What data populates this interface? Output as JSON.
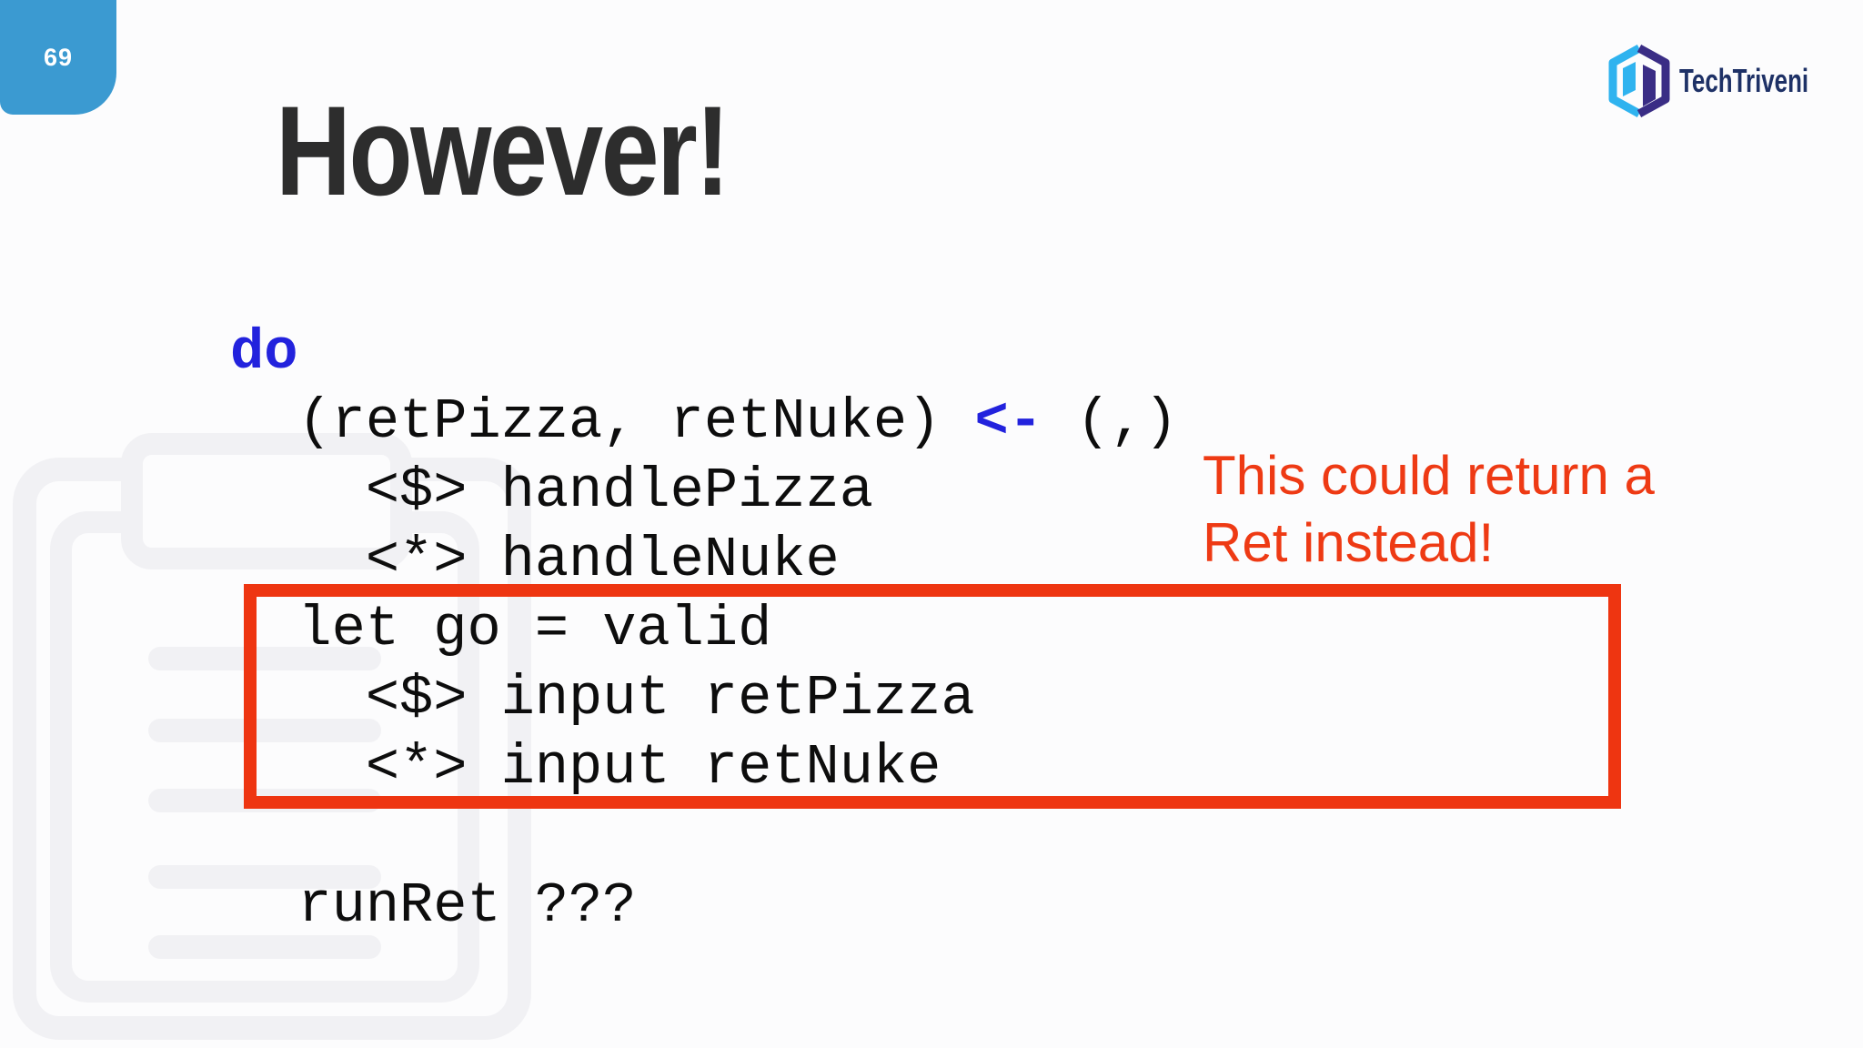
{
  "page_badge": {
    "number": "69"
  },
  "logo": {
    "brand": "TechTriveni"
  },
  "title": "However!",
  "code_block": {
    "language": "haskell",
    "lines": [
      {
        "segments": [
          {
            "text": "do",
            "color": "blue"
          }
        ]
      },
      {
        "segments": [
          {
            "text": "  (retPizza, retNuke) "
          },
          {
            "text": "<-",
            "color": "blue"
          },
          {
            "text": " (,)"
          }
        ]
      },
      {
        "segments": [
          {
            "text": "    <$> handlePizza"
          }
        ]
      },
      {
        "segments": [
          {
            "text": "    <*> handleNuke"
          }
        ]
      },
      {
        "segments": [
          {
            "text": "  let go = valid"
          }
        ],
        "highlighted": true
      },
      {
        "segments": [
          {
            "text": "    <$> input retPizza"
          }
        ],
        "highlighted": true
      },
      {
        "segments": [
          {
            "text": "    <*> input retNuke"
          }
        ],
        "highlighted": true
      },
      {
        "segments": [
          {
            "text": ""
          }
        ]
      },
      {
        "segments": [
          {
            "text": "  runRet ???"
          }
        ]
      }
    ]
  },
  "annotation": {
    "line1": "This could return a",
    "line2": "Ret instead!"
  },
  "icons": {
    "watermark": "document-outline-icon",
    "logo_mark": "hexagon-cube-icon"
  },
  "colors": {
    "badge_blue": "#3b9ad1",
    "keyword_blue": "#2222dd",
    "code_text": "#0d0d0d",
    "highlight_red": "#ee3511",
    "annotation_red": "#ee3a14",
    "title_text": "#2d2d2d",
    "logo_navy": "#1e3166",
    "logo_light_blue": "#2fb3ef",
    "logo_indigo": "#3a2d85",
    "watermark_gray": "#f1f1f4",
    "background": "#fcfcfd"
  }
}
